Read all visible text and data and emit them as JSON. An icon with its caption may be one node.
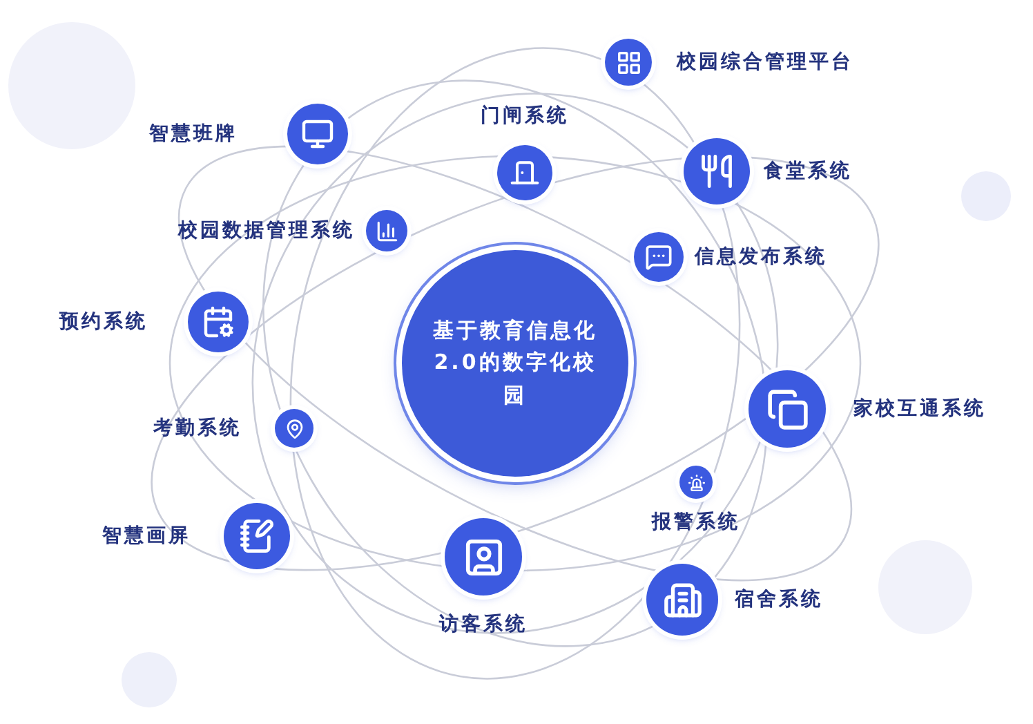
{
  "diagram": {
    "nodes": [
      {
        "text": [
          "基于教育信息化2.0的数字化校园"
        ]
      },
      {
        "text": [
          "校园综合管理平台"
        ]
      },
      {
        "text": [
          "智慧班牌"
        ]
      },
      {
        "text": [
          "门闸系统"
        ]
      },
      {
        "text": [
          "食堂系统"
        ]
      },
      {
        "text": [
          "校园数据管理系统"
        ]
      },
      {
        "text": [
          "信息发布系统"
        ]
      },
      {
        "text": [
          "预约系统"
        ]
      },
      {
        "text": [
          "家校互通系统"
        ]
      },
      {
        "text": [
          "考勤系统"
        ]
      },
      {
        "text": [
          "报警系统"
        ]
      },
      {
        "text": [
          "智慧画屏"
        ]
      },
      {
        "text": [
          "访客系统"
        ]
      },
      {
        "text": [
          "宿舍系统"
        ]
      }
    ]
  }
}
